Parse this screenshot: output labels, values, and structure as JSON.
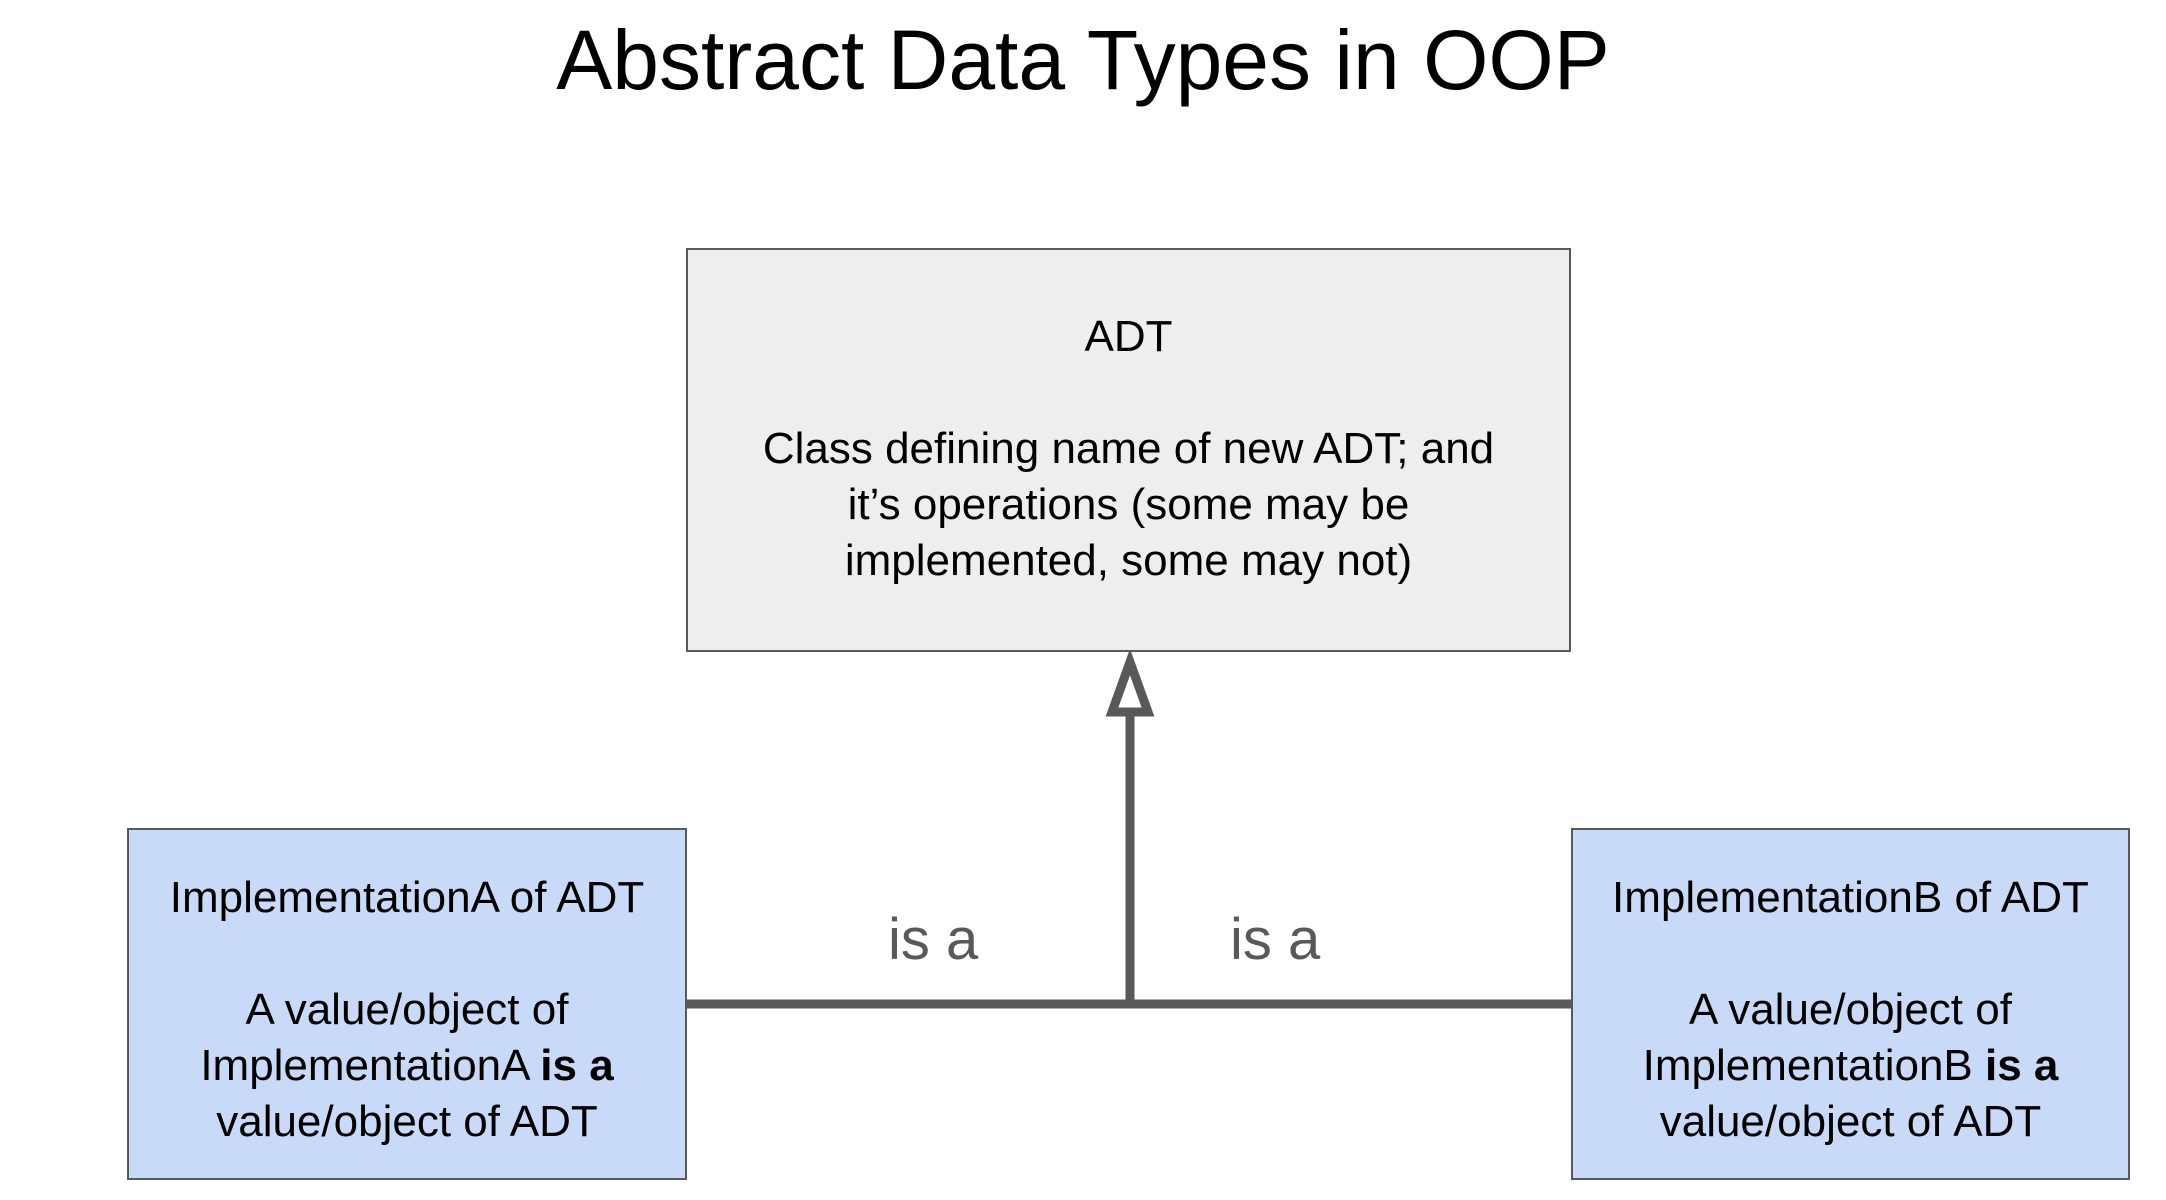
{
  "title": "Abstract Data Types in OOP",
  "adt": {
    "name": "ADT",
    "description_lines": [
      "Class defining name of new ADT; and",
      "it’s operations (some may be",
      "implemented, some may not)"
    ]
  },
  "implementation_a": {
    "name": "ImplementationA of ADT",
    "line1": "A value/object of",
    "line2_prefix": "ImplementationA ",
    "line2_bold": "is a",
    "line3": "value/object of ADT"
  },
  "implementation_b": {
    "name": "ImplementationB of ADT",
    "line1": "A value/object of",
    "line2_prefix": "ImplementationB ",
    "line2_bold": "is a",
    "line3": "value/object of ADT"
  },
  "relations": {
    "left_label": "is a",
    "right_label": "is a"
  },
  "colors": {
    "adt_fill": "#eeeeee",
    "implementation_fill": "#c9daf8",
    "border": "#595959",
    "connector": "#595959"
  }
}
